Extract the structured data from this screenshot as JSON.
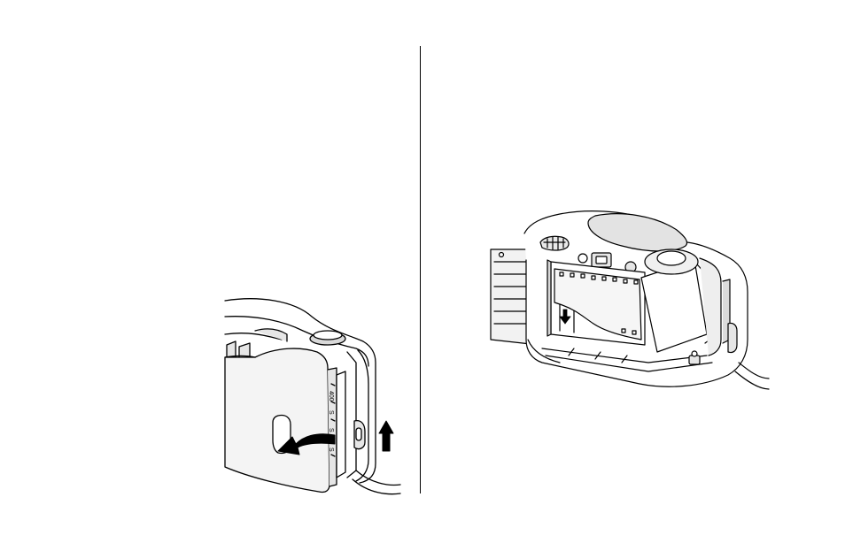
{
  "page": {
    "background": "#ffffff",
    "line_color": "#000000"
  },
  "left_figure": {
    "door_labels": [
      "400",
      "S",
      "S",
      "S"
    ]
  },
  "right_figure": {}
}
